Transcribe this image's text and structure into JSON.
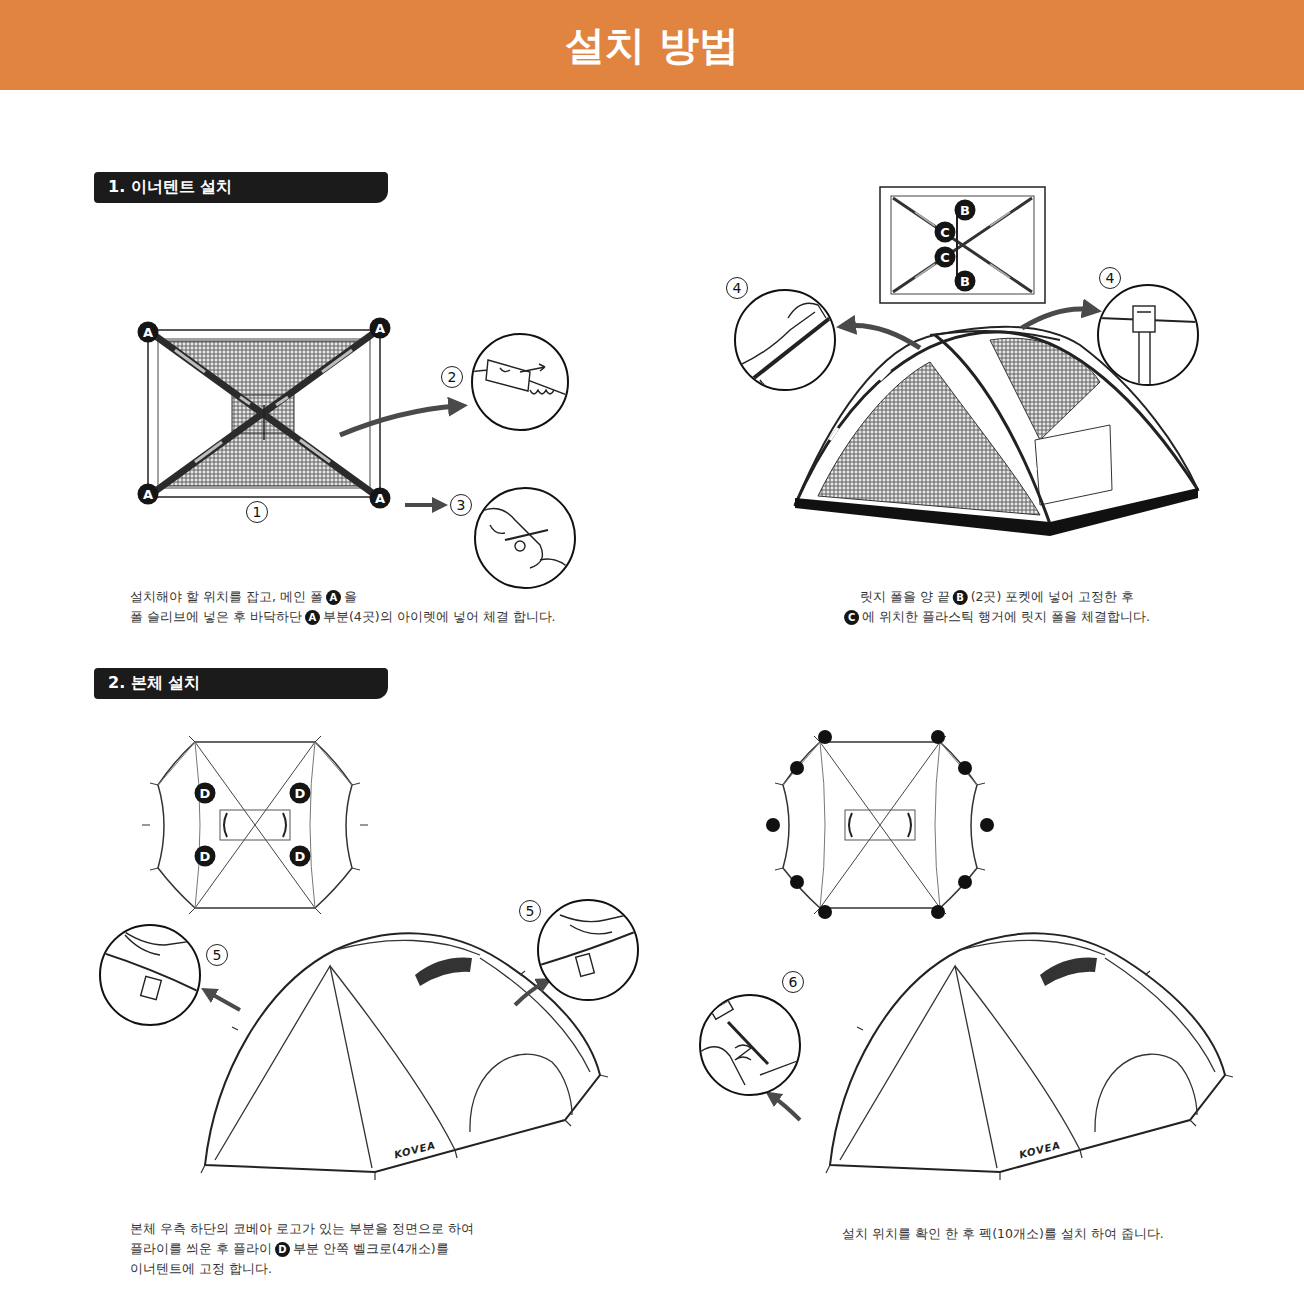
{
  "diagram": {
    "title": "설치 방법",
    "nodes": [
      {
        "text": [
          "1. 이너텐트 설치"
        ]
      },
      {
        "text": [
          "2. 본체 설치"
        ]
      }
    ],
    "labels": [
      "1",
      "2",
      "3",
      "A",
      "A",
      "A",
      "A",
      "설치해야 할 위치를 잡고, 메인 폴",
      "A",
      "을",
      "폴 슬리브에 넣은 후 바닥하단",
      "A",
      "부분(4곳)의 아이렛에 넣어 체결 합니다.",
      "B",
      "C",
      "C",
      "B",
      "4",
      "4",
      "릿지 폴을 양 끝",
      "B",
      "(2곳) 포켓에 넣어 고정한 후",
      "C",
      "에 위치한 플라스틱 행거에 릿지 폴을 체결합니다.",
      "D",
      "D",
      "D",
      "D",
      "5",
      "5",
      "KOVEA",
      "본체 우측 하단의 코베아 로고가 있는 부분을 정면으로 하여",
      "플라이를 씌운 후 플라이",
      "D",
      "부분 안쪽 벨크로(4개소)를",
      "이너텐트에 고정 합니다.",
      "6",
      "KOVEA",
      "설치 위치를 확인 한 후 펙(10개소)를 설치 하여 줍니다."
    ]
  }
}
